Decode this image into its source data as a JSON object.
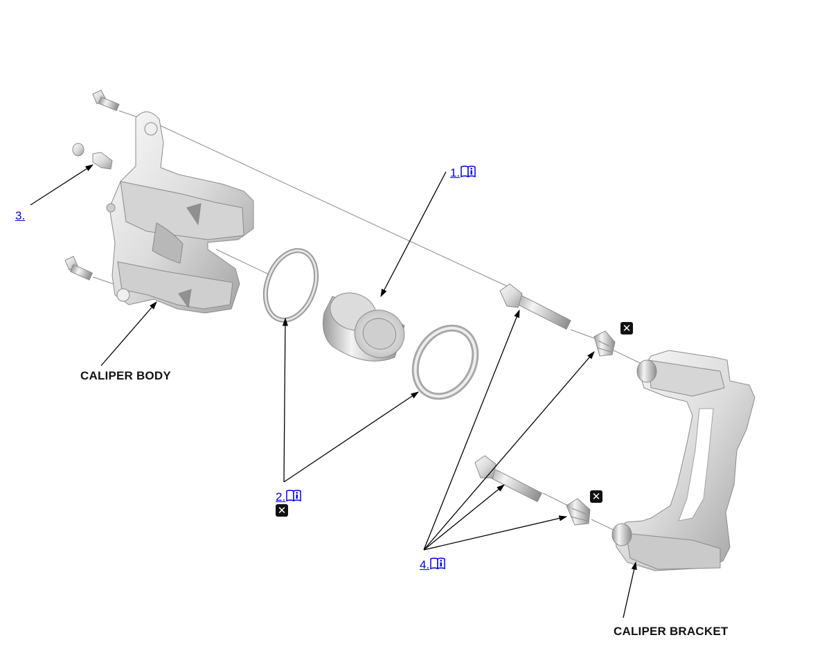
{
  "callouts": {
    "c1": {
      "label": "1.",
      "icon": "service-info-book-icon"
    },
    "c2": {
      "label": "2.",
      "icon": "service-info-book-icon"
    },
    "c3": {
      "label": "3."
    },
    "c4": {
      "label": "4.",
      "icon": "service-info-book-icon"
    }
  },
  "labels": {
    "caliper_body": "CALIPER BODY",
    "caliper_bracket": "CALIPER BRACKET"
  },
  "symbols": {
    "replace_mark": "✕"
  },
  "colors": {
    "link": "#0000ee",
    "part_fill": "#e2e2e2",
    "part_shadow": "#a8a8a8",
    "leader": "#000000"
  }
}
